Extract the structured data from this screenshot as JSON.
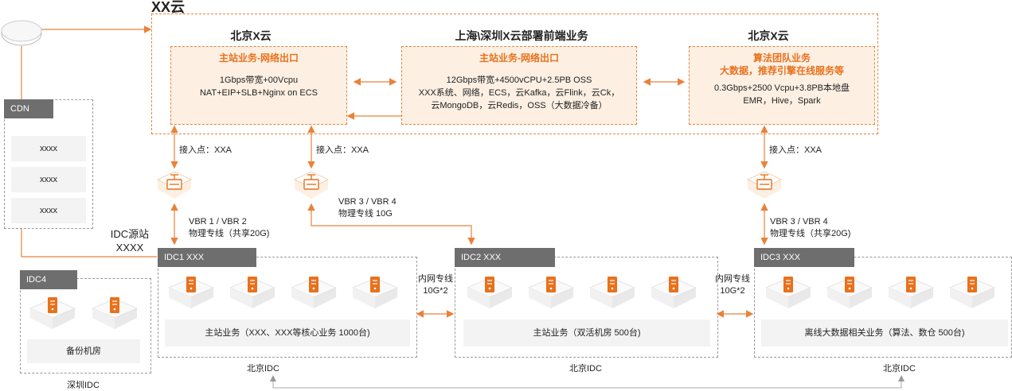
{
  "cloud_title": "XX云",
  "regions": {
    "left": "北京X云",
    "middle": "上海\\深圳X云部署前端业务",
    "right": "北京X云"
  },
  "biz_left": {
    "title": "主站业务-网络出口",
    "lines": [
      "1Gbps带宽+00Vcpu",
      "NAT+EIP+SLB+Nginx on ECS"
    ]
  },
  "biz_middle": {
    "title": "主站业务-网络出口",
    "lines": [
      "12Gbps带宽+4500vCPU+2.5PB OSS",
      "XXX系统、网络，ECS，云Kafka，云Flink，云Ck，",
      "云MongoDB，云Redis，OSS（大数据冷备）"
    ]
  },
  "biz_right": {
    "titles": [
      "算法团队业务",
      "大数据，推荐引擎在线服务等"
    ],
    "lines": [
      "0.3Gbps+2500 Vcpu+3.8PB本地盘",
      "EMR，Hive，Spark"
    ]
  },
  "cdn": {
    "label": "CDN",
    "items": [
      "xxxx",
      "xxxx",
      "xxxx"
    ]
  },
  "access_points": [
    "接入点：XXA",
    "接入点：XXA",
    "接入点：XXA"
  ],
  "vbr_left": [
    "VBR 1 / VBR 2",
    "物理专线（共享20G)"
  ],
  "vbr_middle": [
    "VBR 3 / VBR 4",
    "物理专线  10G"
  ],
  "vbr_right": [
    "VBR 3 / VBR 4",
    "物理专线（共享20G)"
  ],
  "idc_source": [
    "IDC源站",
    "XXXX"
  ],
  "idc1": {
    "tag": "IDC1  XXX",
    "panel": "主站业务（XXX、XXX等核心业务 1000台)",
    "city": "北京IDC"
  },
  "idc2": {
    "tag": "IDC2  XXX",
    "panel": "主站业务（双活机房 500台)",
    "city": "北京IDC"
  },
  "idc3": {
    "tag": "IDC3 XXX",
    "panel": "离线大数据相关业务（算法、数仓  500台)",
    "city": "北京IDC"
  },
  "idc4": {
    "tag": "IDC4",
    "panel": "备份机房",
    "city": "深圳IDC"
  },
  "intranet_1": [
    "内网专线",
    "10G*2"
  ],
  "intranet_2": [
    "内网专线",
    "10G*2"
  ],
  "colors": {
    "accent": "#e8711c",
    "tag": "#6e6e6e",
    "panel": "#f3f3f3",
    "biz_fill": "#fdf0e3"
  }
}
